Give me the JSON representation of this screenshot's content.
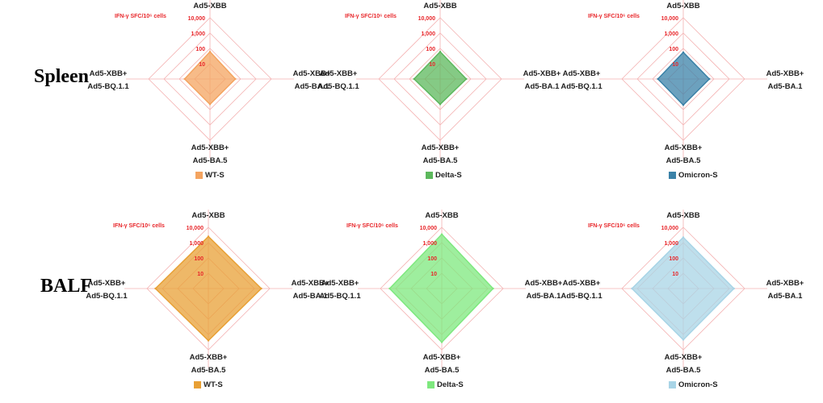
{
  "rows": [
    {
      "label": "Spleen"
    },
    {
      "label": "BALF"
    }
  ],
  "unit_label": "IFN-γ SFC/10⁶ cells",
  "axis_labels": {
    "top": [
      "Ad5-XBB"
    ],
    "right": [
      "Ad5-XBB+",
      "Ad5-BA.1"
    ],
    "bottom": [
      "Ad5-XBB+",
      "Ad5-BA.5"
    ],
    "left": [
      "Ad5-XBB+",
      "Ad5-BQ.1.1"
    ]
  },
  "tick_labels": [
    "10",
    "100",
    "1,000",
    "10,000"
  ],
  "chart_data": [
    {
      "type": "radar",
      "row": "Spleen",
      "axes": [
        "Ad5-XBB",
        "Ad5-XBB+ Ad5-BA.1",
        "Ad5-XBB+ Ad5-BA.5",
        "Ad5-XBB+ Ad5-BQ.1.1"
      ],
      "scale": "log",
      "range": [
        1,
        10000
      ],
      "series": [
        {
          "name": "WT-S",
          "values": [
            60,
            45,
            45,
            45
          ],
          "color": "#f4a460"
        }
      ]
    },
    {
      "type": "radar",
      "row": "Spleen",
      "axes": [
        "Ad5-XBB",
        "Ad5-XBB+ Ad5-BA.1",
        "Ad5-XBB+ Ad5-BA.5",
        "Ad5-XBB+ Ad5-BQ.1.1"
      ],
      "scale": "log",
      "range": [
        1,
        10000
      ],
      "series": [
        {
          "name": "Delta-S",
          "values": [
            60,
            50,
            45,
            50
          ],
          "color": "#5cb85c"
        }
      ]
    },
    {
      "type": "radar",
      "row": "Spleen",
      "axes": [
        "Ad5-XBB",
        "Ad5-XBB+ Ad5-BA.1",
        "Ad5-XBB+ Ad5-BA.5",
        "Ad5-XBB+ Ad5-BQ.1.1"
      ],
      "scale": "log",
      "range": [
        1,
        10000
      ],
      "series": [
        {
          "name": "Omicron-S",
          "values": [
            55,
            50,
            50,
            45
          ],
          "color": "#3b82a8"
        }
      ]
    },
    {
      "type": "radar",
      "row": "BALF",
      "axes": [
        "Ad5-XBB",
        "Ad5-XBB+ Ad5-BA.1",
        "Ad5-XBB+ Ad5-BA.5",
        "Ad5-XBB+ Ad5-BQ.1.1"
      ],
      "scale": "log",
      "range": [
        1,
        10000
      ],
      "series": [
        {
          "name": "WT-S",
          "values": [
            2500,
            2800,
            2500,
            2800
          ],
          "color": "#e8a035"
        }
      ]
    },
    {
      "type": "radar",
      "row": "BALF",
      "axes": [
        "Ad5-XBB",
        "Ad5-XBB+ Ad5-BA.1",
        "Ad5-XBB+ Ad5-BA.5",
        "Ad5-XBB+ Ad5-BQ.1.1"
      ],
      "scale": "log",
      "range": [
        1,
        10000
      ],
      "series": [
        {
          "name": "Delta-S",
          "values": [
            3500,
            2200,
            3200,
            2500
          ],
          "color": "#7ee87e"
        }
      ]
    },
    {
      "type": "radar",
      "row": "BALF",
      "axes": [
        "Ad5-XBB",
        "Ad5-XBB+ Ad5-BA.1",
        "Ad5-XBB+ Ad5-BA.5",
        "Ad5-XBB+ Ad5-BQ.1.1"
      ],
      "scale": "log",
      "range": [
        1,
        10000
      ],
      "series": [
        {
          "name": "Omicron-S",
          "values": [
            2200,
            2000,
            2200,
            2200
          ],
          "color": "#a8d4e6"
        }
      ]
    }
  ]
}
